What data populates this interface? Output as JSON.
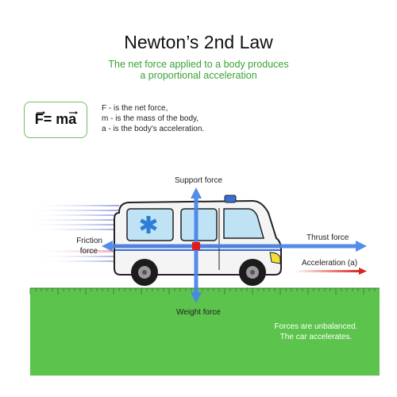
{
  "title": "Newton’s 2nd Law",
  "subtitle": [
    "The net force applied to a body produces",
    "a proportional acceleration"
  ],
  "formula": "F= ma",
  "definitions": [
    "F - is the net force,",
    "m - is the mass of the body,",
    "a - is the body's acceleration."
  ],
  "forces": {
    "support": "Support force",
    "weight": "Weight force",
    "friction": [
      "Friction",
      "force"
    ],
    "thrust": "Thrust force",
    "acceleration": "Acceleration (a)"
  },
  "note": [
    "Forces are unbalanced.",
    "The car accelerates."
  ],
  "colors": {
    "subtitle": "#3aa335",
    "arrow": "#4a86e8",
    "ground": "#5cc44c",
    "acceleration_arrow": "#d9261c",
    "center_dot": "#e01b1b"
  }
}
